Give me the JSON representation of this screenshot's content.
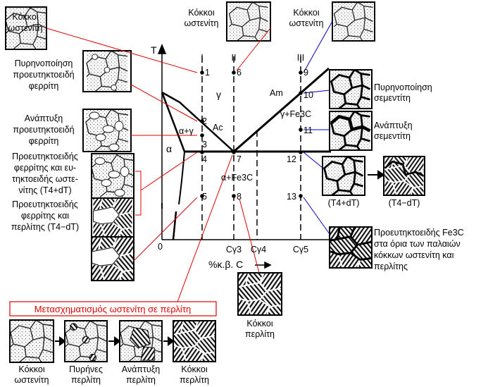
{
  "labels": {
    "austenite_grains_left": [
      "Κόκκοι",
      "ωστενίτη"
    ],
    "austenite_grains_top2": [
      "Κόκκοι",
      "ωστενίτη"
    ],
    "austenite_grains_top3": [
      "Κόκκοι",
      "ωστενίτη"
    ],
    "nucleation_ferrite": [
      "Πυρηνοποίηση",
      "προευτηκτοειδή",
      "φερρίτη"
    ],
    "growth_ferrite": [
      "Ανάπτυξη",
      "προευτηκτοειδή",
      "φερρίτη"
    ],
    "ferrite_eutectoid_austenite": [
      "Προευτηκτοειδής",
      "φερρίτης και ευ-",
      "τηκτοειδής ωστε-",
      "νίτης (T4+dT)"
    ],
    "ferrite_pearlite": [
      "Προευτηκτοειδής",
      "φερρίτης και",
      "περλίτης (T4−dT)"
    ],
    "nucleation_cementite": [
      "Πυρηνοποίηση",
      "σεμεντίτη"
    ],
    "growth_cementite": [
      "Ανάπτυξη",
      "σεμεντίτη"
    ],
    "proeutectoid_fe3c": [
      "Προευτηκτοειδής Fe3C",
      "στα όρια των παλαιών",
      "κόκκων ωστενίτη και",
      "περλίτης"
    ],
    "pearlite_grains_mid": [
      "Κόκκοι",
      "περλίτη"
    ],
    "t4_plus": "(T4+dT)",
    "t4_minus": "(T4−dT)",
    "transformation_title": "Μετασχηματισμός ωστενίτη σε περλίτη",
    "seq_austenite": [
      "Κόκκοι",
      "ωστενίτη"
    ],
    "seq_nuclei": [
      "Πυρήνες",
      "περλίτη"
    ],
    "seq_growth": [
      "Ανάπτυξη",
      "περλίτη"
    ],
    "seq_pearlite": [
      "Κόκκοι",
      "περλίτη"
    ]
  },
  "diagram": {
    "axis_T": "T",
    "axis_x": "%κ.β. C",
    "origin": "0",
    "columns": [
      "I",
      "II",
      "III"
    ],
    "phase_gamma": "γ",
    "phase_alpha": "α",
    "phase_alpha_gamma": "α+γ",
    "phase_alpha_fe3c": "α+Fe3C",
    "phase_gamma_fe3c": "γ+Fe3C",
    "line_Ac": "Ac",
    "line_Am": "Am",
    "ticks": [
      "Cγ3",
      "Cγ4",
      "Cγ5"
    ],
    "points": [
      "1",
      "2",
      "3",
      "4",
      "5",
      "6",
      "7",
      "8",
      "9",
      "10",
      "11",
      "12",
      "13"
    ]
  }
}
